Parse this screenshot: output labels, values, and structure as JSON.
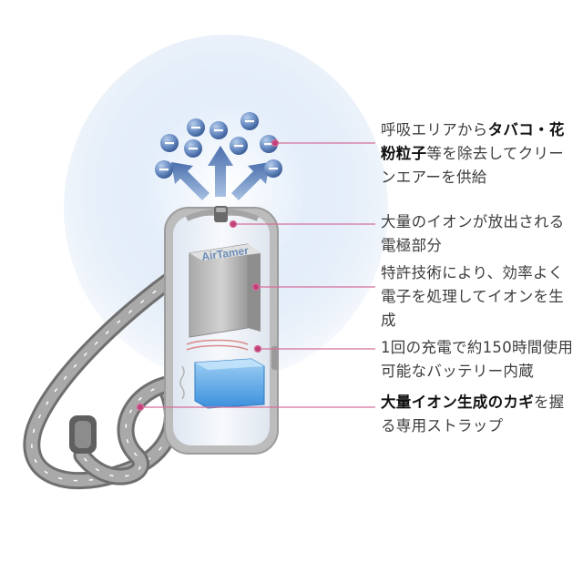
{
  "product": {
    "brand_logo_text": "AirTamer"
  },
  "callouts": {
    "c1": {
      "pre": "呼吸エリアから",
      "bold1": "タバコ・",
      "bold2": "花粉粒子",
      "post": "等を除去してクリーンエアーを供給"
    },
    "c2": {
      "text": "大量のイオンが放出される電極部分"
    },
    "c3": {
      "text": "特許技術により、効率よく電子を処理してイオンを生成"
    },
    "c4": {
      "text": "1回の充電で約150時間使用可能なバッテリー内蔵"
    },
    "c5": {
      "bold": "大量イオン生成のカギ",
      "post": "を握る専用ストラップ"
    }
  },
  "colors": {
    "leader_line": "#d4709a",
    "glow": "#c9dcf2",
    "ion": "#6d8fc4",
    "device_frame": "#c8c8c8",
    "strap": "#8a8a8a",
    "battery": "#5ca5e6"
  },
  "icons": {
    "ion": "negative-ion-sphere-icon",
    "arrow": "ion-flow-arrow-icon"
  }
}
